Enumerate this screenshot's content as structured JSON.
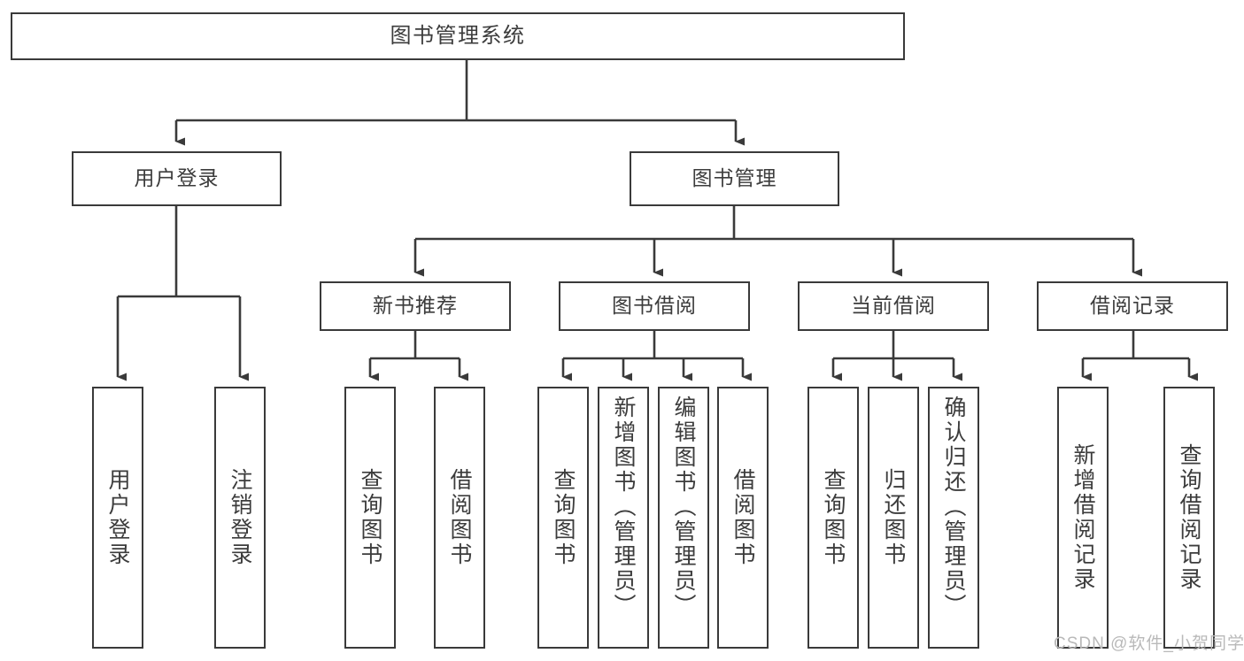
{
  "diagram": {
    "title": "图书管理系统",
    "type": "function-structure-tree",
    "watermark": "CSDN @软件_小贺同学",
    "colors": {
      "background": "#ffffff",
      "box_border": "#3a3a3a",
      "box_fill": "#ffffff",
      "text": "#3c3c3c",
      "connector": "#3a3a3a",
      "watermark": "#b9b9b9"
    },
    "root": {
      "label": "图书管理系统"
    },
    "level2": [
      {
        "id": "user-login",
        "label": "用户登录"
      },
      {
        "id": "book-manage",
        "label": "图书管理"
      }
    ],
    "level3": [
      {
        "id": "new-book-recommend",
        "label": "新书推荐",
        "parent": "book-manage"
      },
      {
        "id": "book-borrow",
        "label": "图书借阅",
        "parent": "book-manage"
      },
      {
        "id": "current-borrow",
        "label": "当前借阅",
        "parent": "book-manage"
      },
      {
        "id": "borrow-record",
        "label": "借阅记录",
        "parent": "book-manage"
      }
    ],
    "leaves": {
      "user-login": [
        {
          "id": "leaf-user-login",
          "label": "用户登录"
        },
        {
          "id": "leaf-user-logout",
          "label": "注销登录"
        }
      ],
      "new-book-recommend": [
        {
          "id": "leaf-query-book-1",
          "label": "查询图书"
        },
        {
          "id": "leaf-borrow-book-1",
          "label": "借阅图书"
        }
      ],
      "book-borrow": [
        {
          "id": "leaf-query-book-2",
          "label": "查询图书"
        },
        {
          "id": "leaf-add-book",
          "label": "新增图书（管理员）"
        },
        {
          "id": "leaf-edit-book",
          "label": "编辑图书（管理员）"
        },
        {
          "id": "leaf-borrow-book-2",
          "label": "借阅图书"
        }
      ],
      "current-borrow": [
        {
          "id": "leaf-query-book-3",
          "label": "查询图书"
        },
        {
          "id": "leaf-return-book",
          "label": "归还图书"
        },
        {
          "id": "leaf-confirm-return",
          "label": "确认归还（管理员）"
        }
      ],
      "borrow-record": [
        {
          "id": "leaf-add-record",
          "label": "新增借阅记录"
        },
        {
          "id": "leaf-query-record",
          "label": "查询借阅记录"
        }
      ]
    }
  }
}
